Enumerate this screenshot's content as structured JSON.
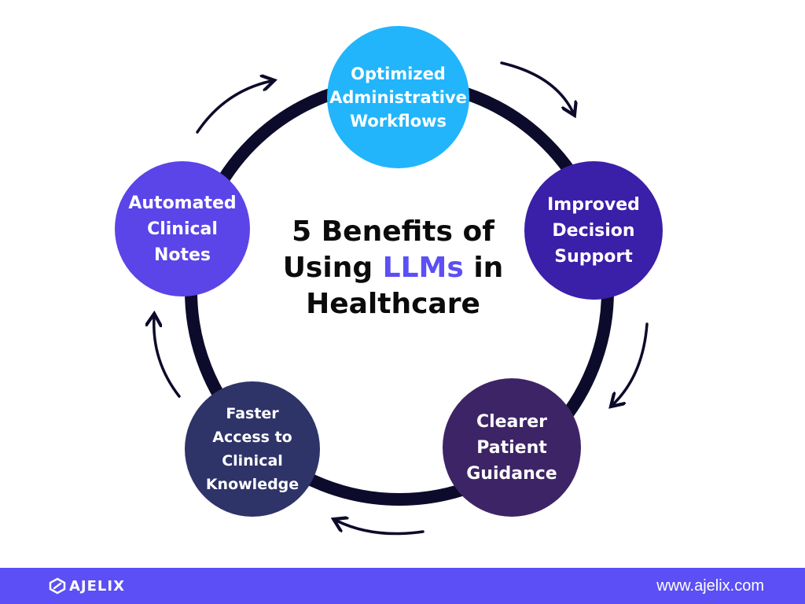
{
  "title": {
    "before": "5 Benefits of Using ",
    "highlight": "LLMs",
    "after": " in Healthcare"
  },
  "colors": {
    "ring": "#0d0b2b",
    "arrows": "#0d0b2b",
    "accent": "#5b4ff5",
    "footer_bg": "#5b4ff5",
    "node_1": "#22b5fb",
    "node_2": "#3a1fa8",
    "node_3": "#3d2466",
    "node_4": "#2e3368",
    "node_5": "#5b44e8"
  },
  "nodes": [
    {
      "lines": [
        "Optimized",
        "Administrative",
        "Workflows"
      ]
    },
    {
      "lines": [
        "Improved",
        "Decision",
        "Support"
      ]
    },
    {
      "lines": [
        "Clearer",
        "Patient",
        "Guidance"
      ]
    },
    {
      "lines": [
        "Faster",
        "Access to",
        "Clinical",
        "Knowledge"
      ]
    },
    {
      "lines": [
        "Automated",
        "Clinical",
        "Notes"
      ]
    }
  ],
  "footer": {
    "brand": "AJELIX",
    "brand_icon": "ajelix-logo-icon",
    "website": "www.ajelix.com"
  },
  "icons": [
    "curved-arrow-icon"
  ]
}
